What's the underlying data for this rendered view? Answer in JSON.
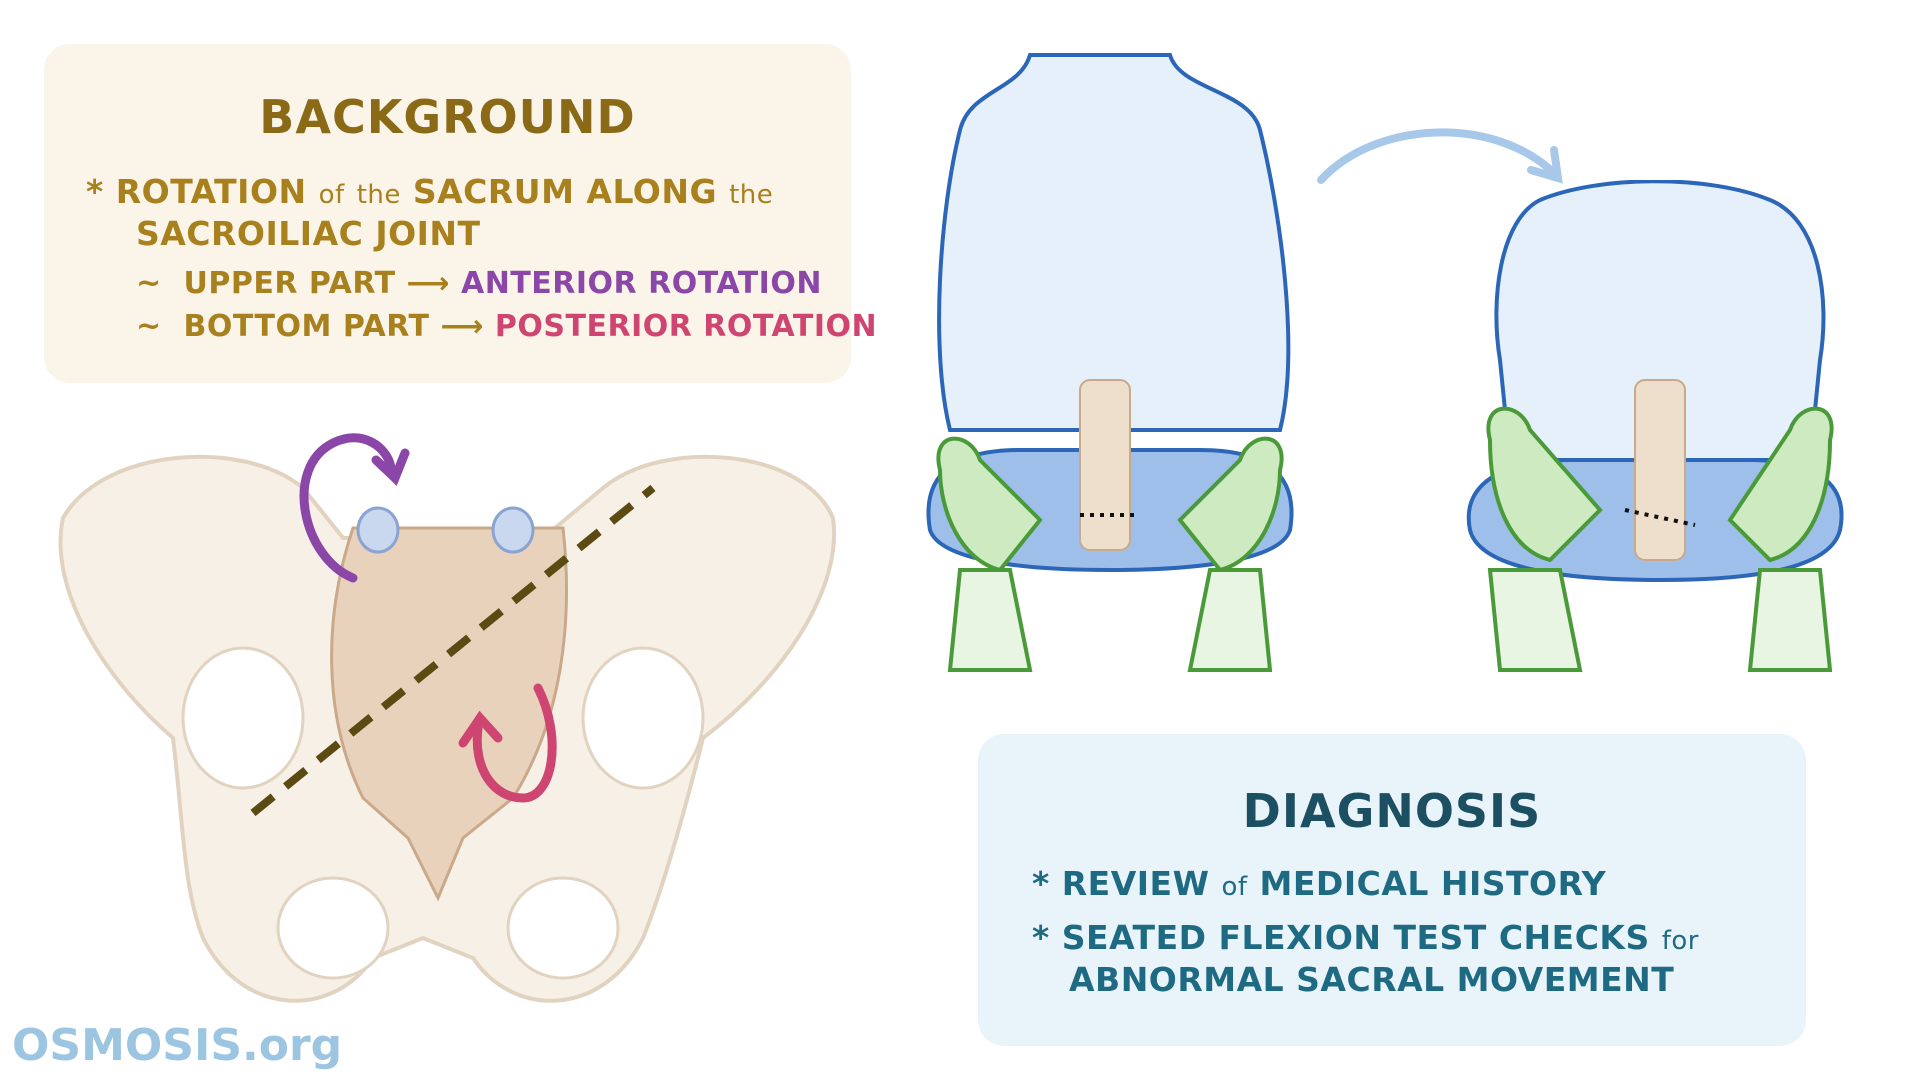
{
  "background": {
    "title": "BACKGROUND",
    "bullet": "*",
    "line1": {
      "a": "ROTATION",
      "b": "of",
      "c": "the",
      "d": "SACRUM ALONG",
      "e": "the"
    },
    "line2": "SACROILIAC JOINT",
    "upper": {
      "tilde": "~",
      "label": "UPPER PART",
      "arrow": "⟶",
      "value": "ANTERIOR ROTATION"
    },
    "bottom": {
      "tilde": "~",
      "label": "BOTTOM PART",
      "arrow": "⟶",
      "value": "POSTERIOR ROTATION"
    }
  },
  "diagnosis": {
    "title": "DIAGNOSIS",
    "bullet": "*",
    "item1": {
      "a": "REVIEW",
      "b": "of",
      "c": "MEDICAL HISTORY"
    },
    "item2": {
      "a": "SEATED FLEXION TEST",
      "b": "CHECKS",
      "c": "for",
      "d": "ABNORMAL SACRAL MOVEMENT"
    }
  },
  "logo": {
    "text": "OSMOSIS.org"
  },
  "colors": {
    "bg_box": "#fbf5e9",
    "dx_box": "#e9f4fa",
    "anterior": "#8b47a8",
    "posterior": "#cf4572",
    "body": "#dbe9f7",
    "outline": "#2c66b8",
    "glove": "#cdeac0"
  }
}
